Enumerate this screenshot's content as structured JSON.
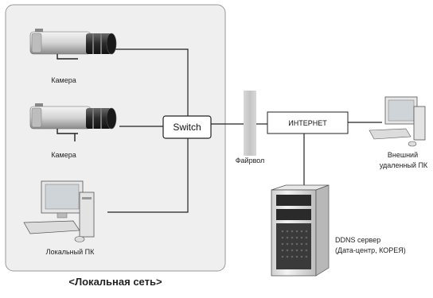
{
  "nodes": {
    "camera1_label": "Камера",
    "camera2_label": "Камера",
    "local_pc_label": "Локальный ПК",
    "switch_label": "Switch",
    "firewall_label": "Файрвол",
    "internet_label": "ИНТЕРНЕТ",
    "remote_pc_label_line1": "Внешний",
    "remote_pc_label_line2": "удаленный ПК",
    "ddns_label_line1": "DDNS сервер",
    "ddns_label_line2": "(Дата-центр, КОРЕЯ)"
  },
  "caption": "<Локальная сеть>",
  "colors": {
    "lan_zone_fill": "#efefef",
    "lan_zone_border": "#9a9a9a",
    "firewall_fill": "#cfcfcf",
    "line": "#222222"
  },
  "icons": [
    "camera-icon",
    "desktop-pc-icon",
    "tower-server-icon",
    "switch-box",
    "firewall-bar"
  ]
}
